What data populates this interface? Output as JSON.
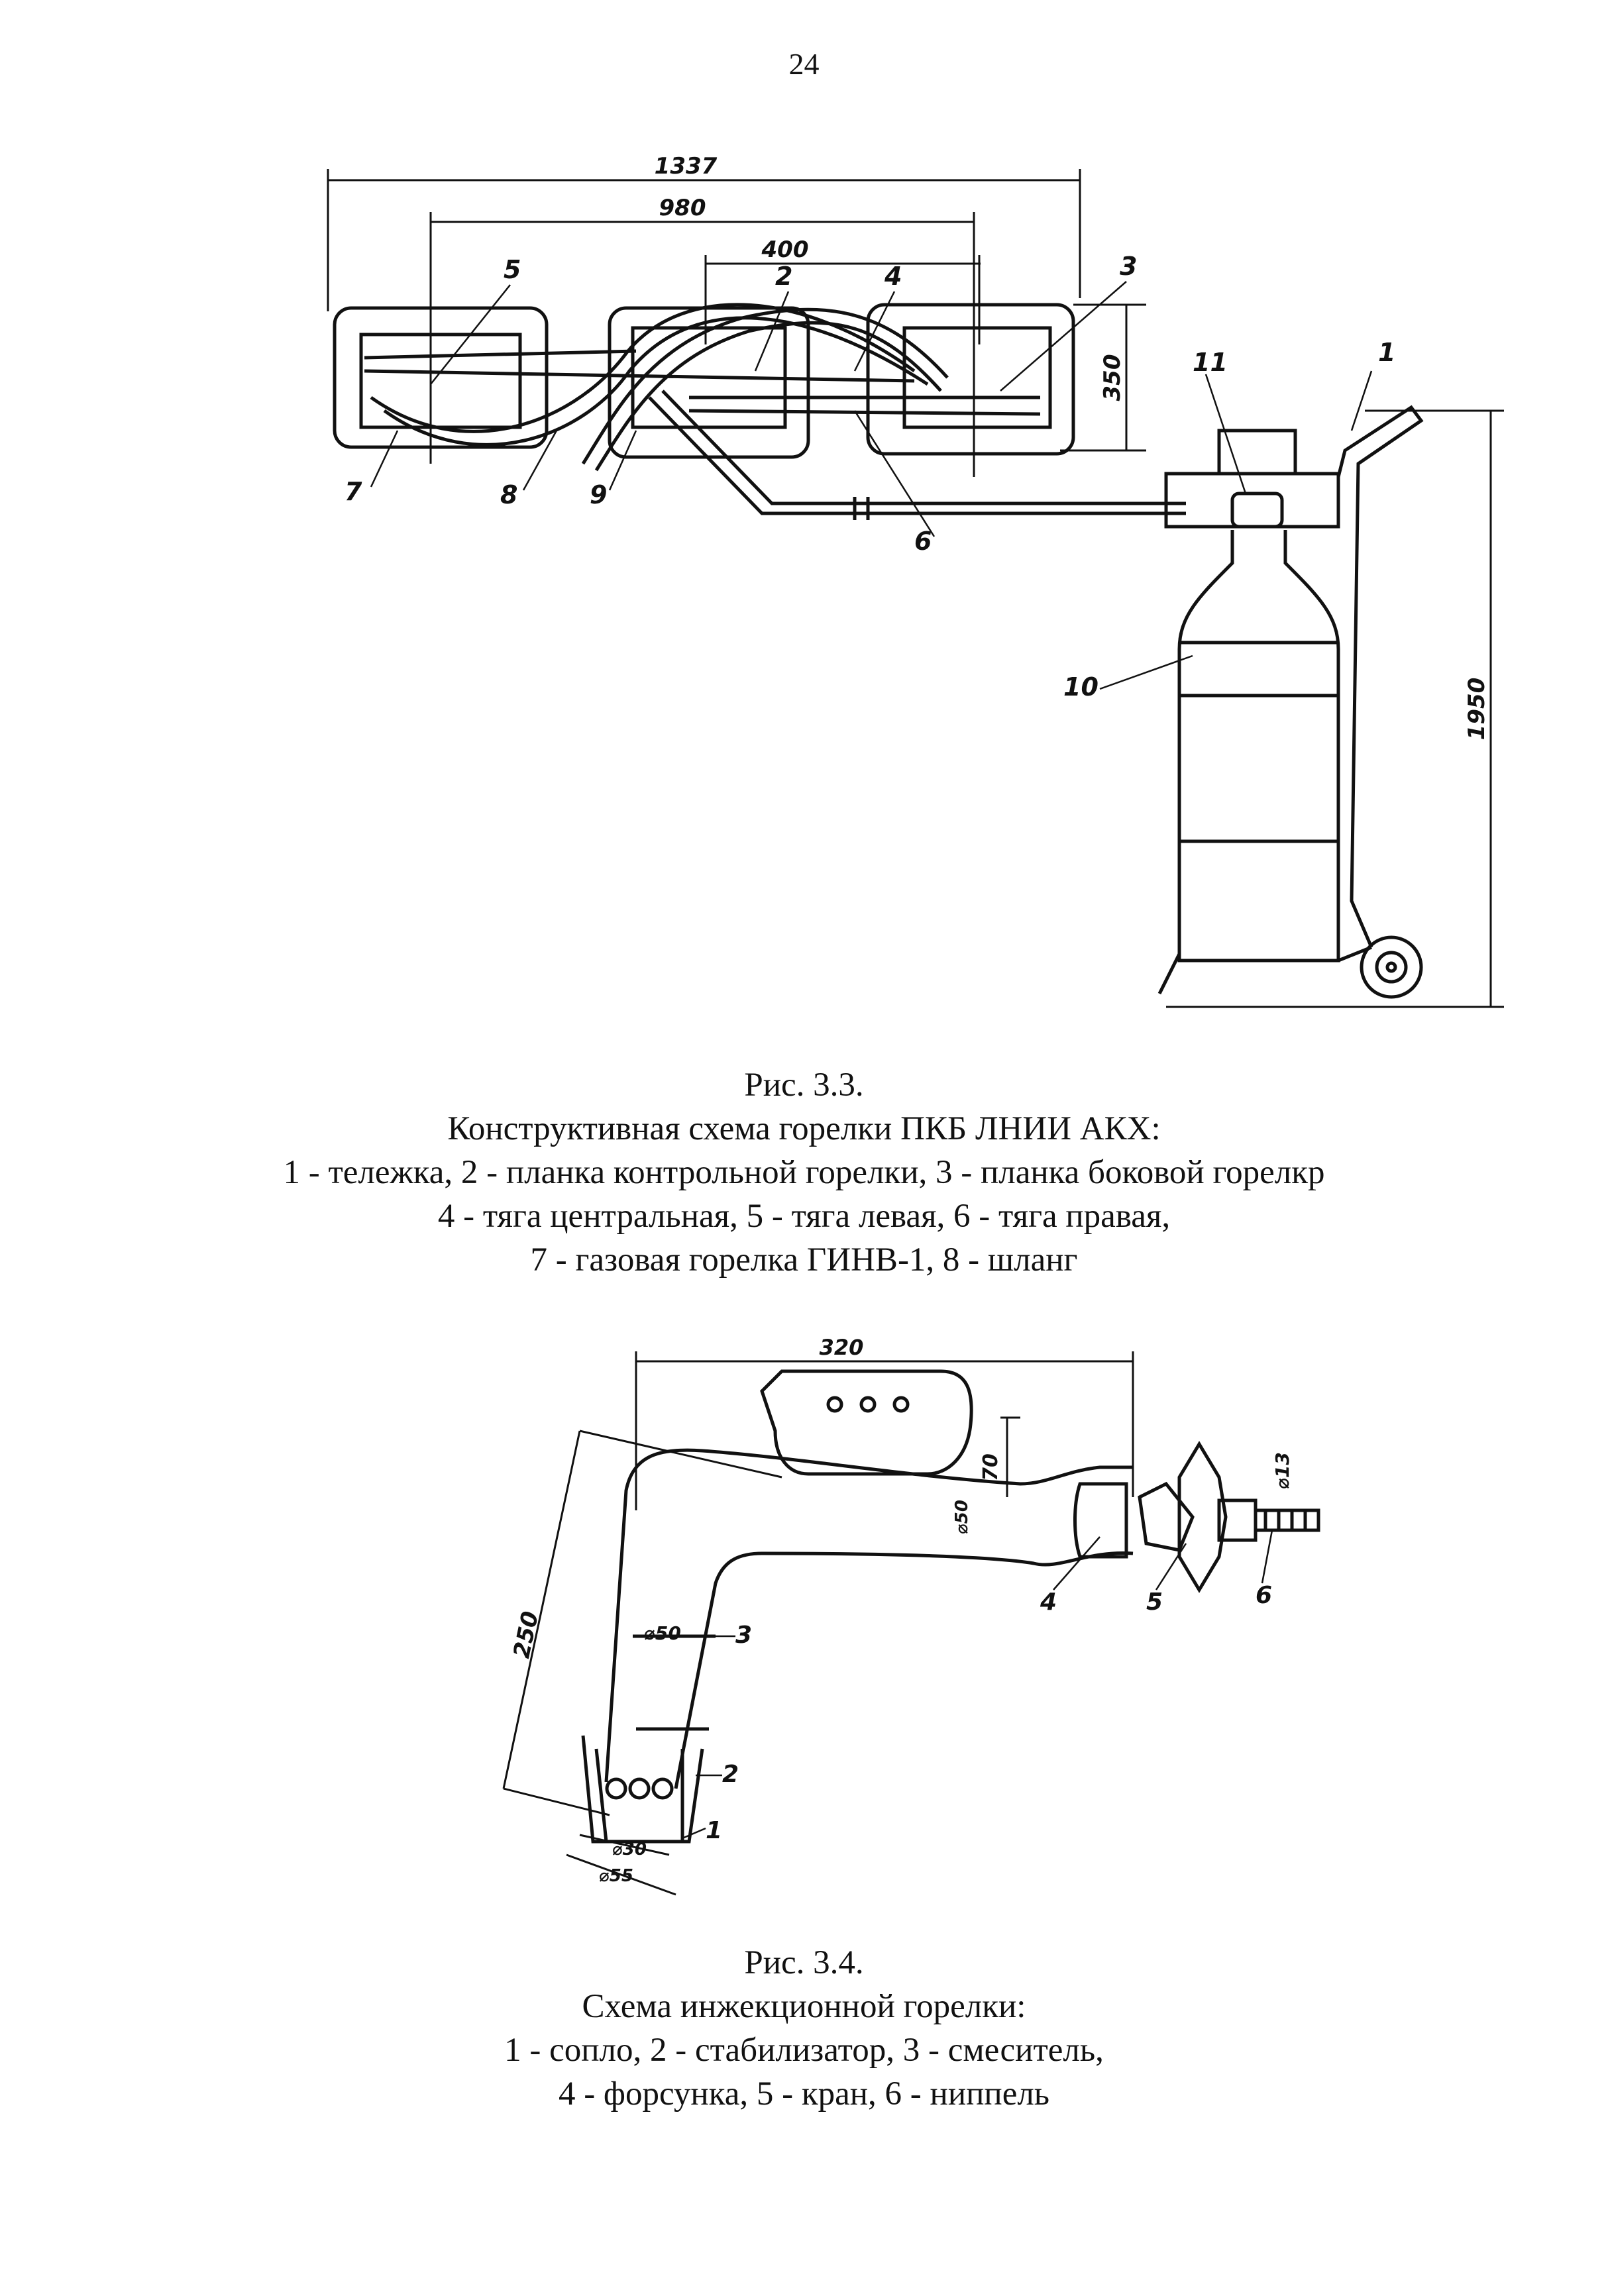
{
  "page_number": "24",
  "figure_3_3": {
    "dimensions": {
      "overall": "1337",
      "middle": "980",
      "inner": "400",
      "height_plates": "350",
      "height_cart": "1950"
    },
    "callouts": [
      "1",
      "2",
      "3",
      "4",
      "5",
      "6",
      "7",
      "8",
      "9",
      "10",
      "11"
    ],
    "caption": {
      "number": "Рис. 3.3.",
      "title": "Конструктивная схема горелки ПКБ ЛНИИ АКХ:",
      "legend": [
        "1 - тележка, 2 - планка контрольной горелки, 3 - планка боковой горелкр",
        "4 - тяга центральная, 5 - тяга левая, 6 - тяга правая,",
        "7 - газовая горелка ГИНВ-1, 8 - шланг"
      ]
    }
  },
  "figure_3_4": {
    "dimensions": {
      "width": "320",
      "height": "70",
      "diam_body": "⌀50",
      "diam_pipe": "⌀50",
      "length": "250",
      "diam_nipple": "⌀13",
      "diam_nozzle": "⌀30",
      "diam_stab": "⌀55"
    },
    "callouts": [
      "1",
      "2",
      "3",
      "4",
      "5",
      "6"
    ],
    "caption": {
      "number": "Рис. 3.4.",
      "title": "Схема инжекционной горелки:",
      "legend": [
        "1 - сопло, 2 - стабилизатор, 3 - смеситель,",
        "4 - форсунка, 5 - кран, 6 - ниппель"
      ]
    }
  }
}
